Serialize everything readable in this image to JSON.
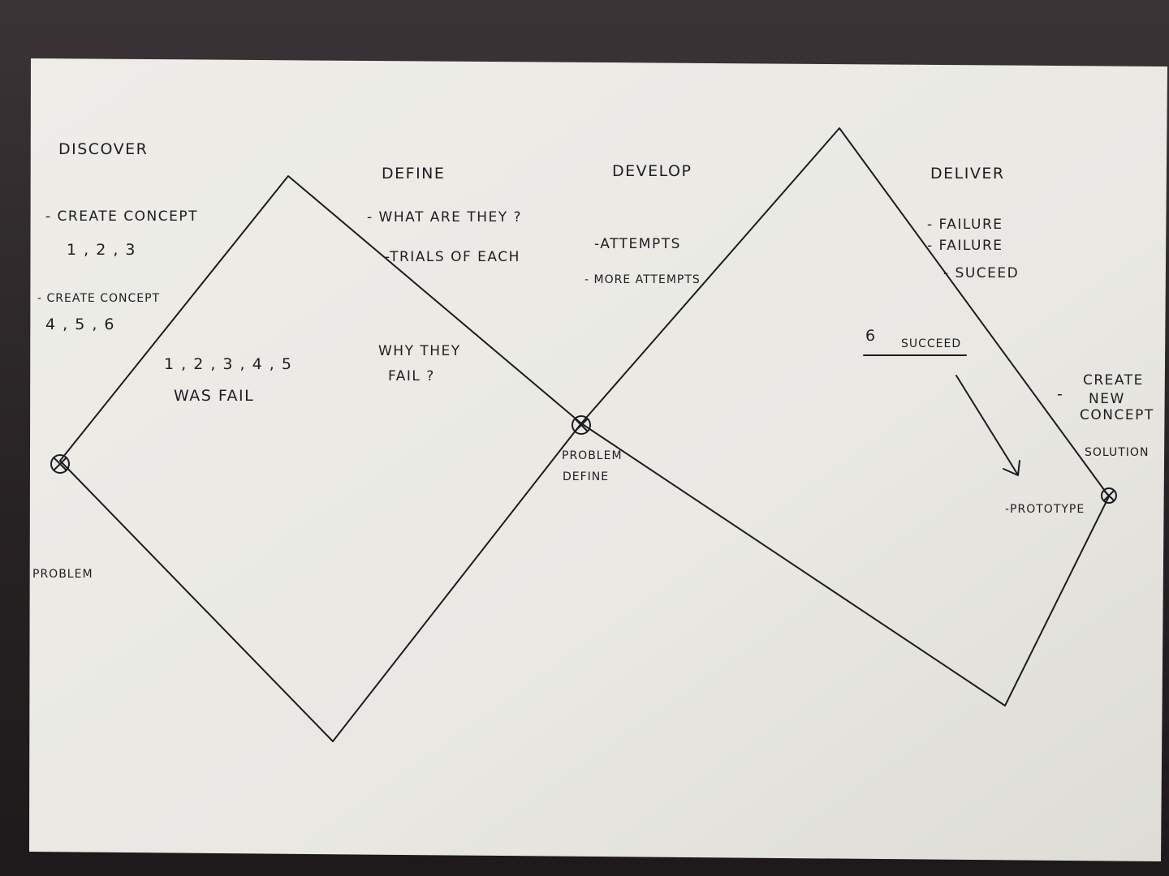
{
  "phases": {
    "discover": "DISCOVER",
    "define": "DEFINE",
    "develop": "DEVELOP",
    "deliver": "DELIVER"
  },
  "discover_notes": {
    "line1": "- CREATE   CONCEPT",
    "line2": "1 , 2 , 3",
    "line3": "- CREATE  CONCEPT",
    "line4": "4 , 5 , 6"
  },
  "define_notes": {
    "line1": "- WHAT   ARE  THEY ?",
    "line2": "-TRIALS   OF  EACH"
  },
  "develop_notes": {
    "line1": "-ATTEMPTS",
    "line2": "- MORE  ATTEMPTS"
  },
  "deliver_notes": {
    "line1": "- FAILURE",
    "line2": "- FAILURE",
    "line3": "- SUCEED"
  },
  "inside_left": {
    "line1": "1 , 2 , 3 , 4  , 5",
    "line2": "WAS  FAIL"
  },
  "inside_middle": {
    "line1": "WHY  THEY",
    "line2": "FAIL ?"
  },
  "succeed_note": {
    "number": "6",
    "text": "SUCCEED"
  },
  "create_new_concept": {
    "dash": "-",
    "line1": "CREATE",
    "line2": "NEW",
    "line3": "CONCEPT"
  },
  "node_labels": {
    "problem": "PROBLEM",
    "problem_define_1": "PROBLEM",
    "problem_define_2": "DEFINE",
    "solution": "SOLUTION",
    "prototype": "-PROTOTYPE"
  },
  "colors": {
    "paper": "#ecebe6",
    "ink": "#1c1c20",
    "background": "#2b2628"
  }
}
